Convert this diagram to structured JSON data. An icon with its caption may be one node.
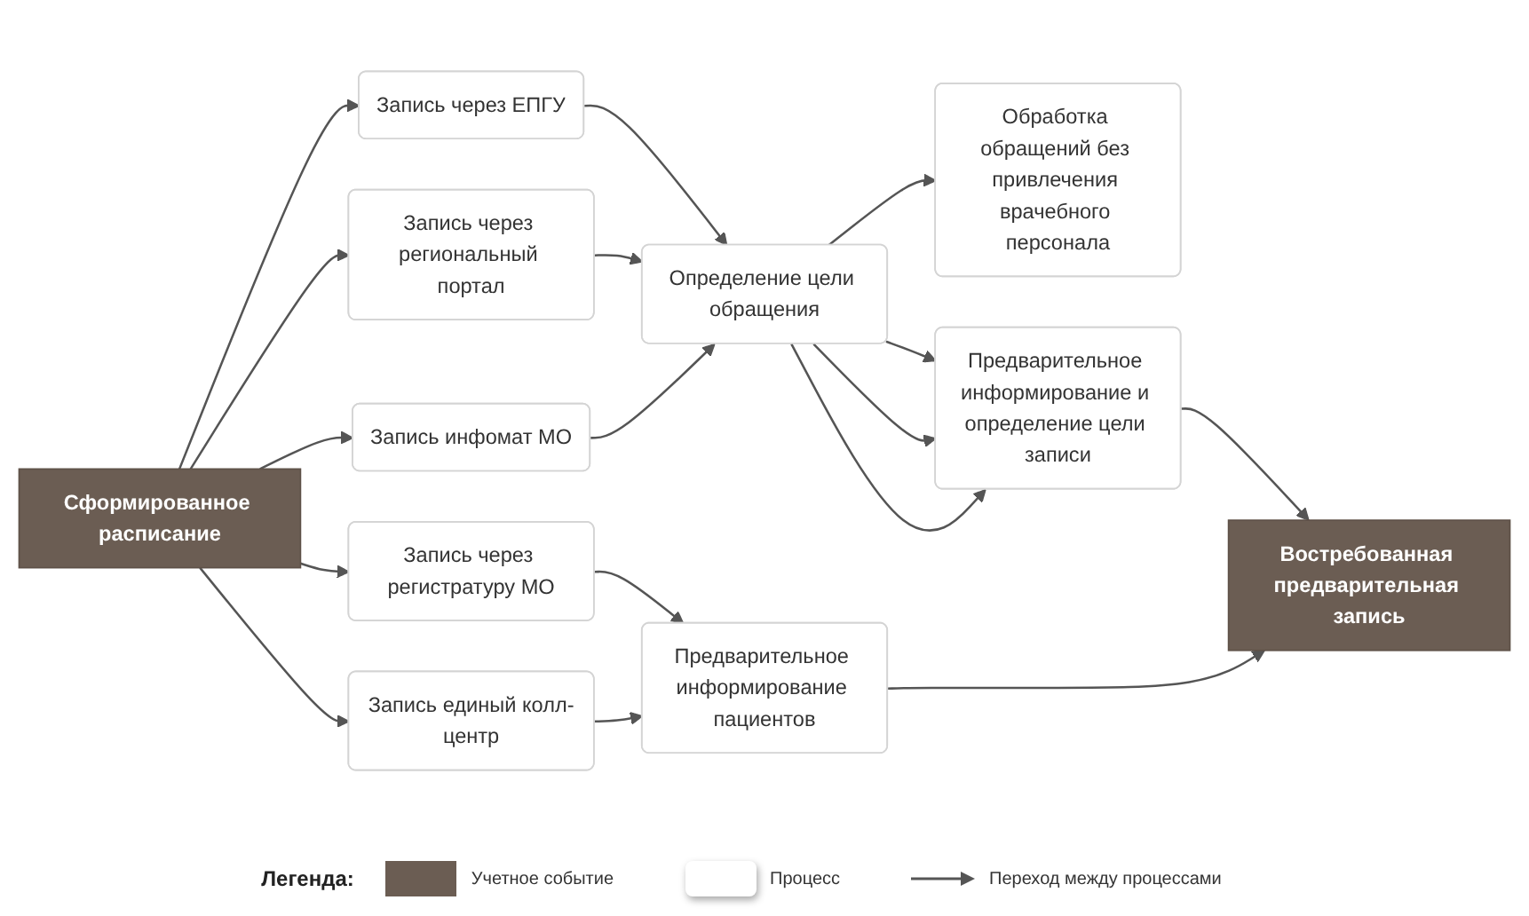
{
  "diagram": {
    "nodes": [
      {
        "text": [
          "Сформированное расписание"
        ]
      },
      {
        "text": [
          "Запись через ЕПГУ"
        ]
      },
      {
        "text": [
          "Запись через региональный портал"
        ]
      },
      {
        "text": [
          "Запись инфомат МО"
        ]
      },
      {
        "text": [
          "Запись через регистратуру МО"
        ]
      },
      {
        "text": [
          "Запись единый колл-центр"
        ]
      },
      {
        "text": [
          "Обработка обращений без привлечения врачебного персонала"
        ]
      },
      {
        "text": [
          "Определение цели обращения"
        ]
      },
      {
        "text": [
          "Предварительное информирование и определение цели записи"
        ]
      },
      {
        "text": [
          "Предварительное информирование пациентов"
        ]
      },
      {
        "text": [
          "Востребованная предварительная запись"
        ]
      }
    ],
    "edges": [
      {
        "from": 0,
        "to": 1,
        "arrow": "to"
      },
      {
        "from": 0,
        "to": 2,
        "arrow": "to"
      },
      {
        "from": 0,
        "to": 3,
        "arrow": "to"
      },
      {
        "from": 0,
        "to": 4,
        "arrow": "to"
      },
      {
        "from": 0,
        "to": 5,
        "arrow": "to"
      },
      {
        "from": 1,
        "to": 7,
        "arrow": "to"
      },
      {
        "from": 2,
        "to": 7,
        "arrow": "to"
      },
      {
        "from": 3,
        "to": 7,
        "arrow": "to"
      },
      {
        "from": 4,
        "to": 9,
        "arrow": "to"
      },
      {
        "from": 5,
        "to": 9,
        "arrow": "to"
      },
      {
        "from": 7,
        "to": 6,
        "arrow": "to"
      },
      {
        "from": 7,
        "to": 8,
        "arrow": "to"
      },
      {
        "from": 7,
        "to": 8,
        "arrow": "to"
      },
      {
        "from": 7,
        "to": 8,
        "arrow": "to"
      },
      {
        "from": 8,
        "to": 10,
        "arrow": "to"
      },
      {
        "from": 9,
        "to": 10,
        "arrow": "to"
      }
    ],
    "labels": [
      "Легенда:"
    ],
    "legend": [
      {
        "text": "Учетное событие",
        "color": "#6b5d53"
      },
      {
        "text": "Процесс",
        "color": "#ffffff"
      },
      {
        "text": "Переход между процессами"
      }
    ]
  }
}
